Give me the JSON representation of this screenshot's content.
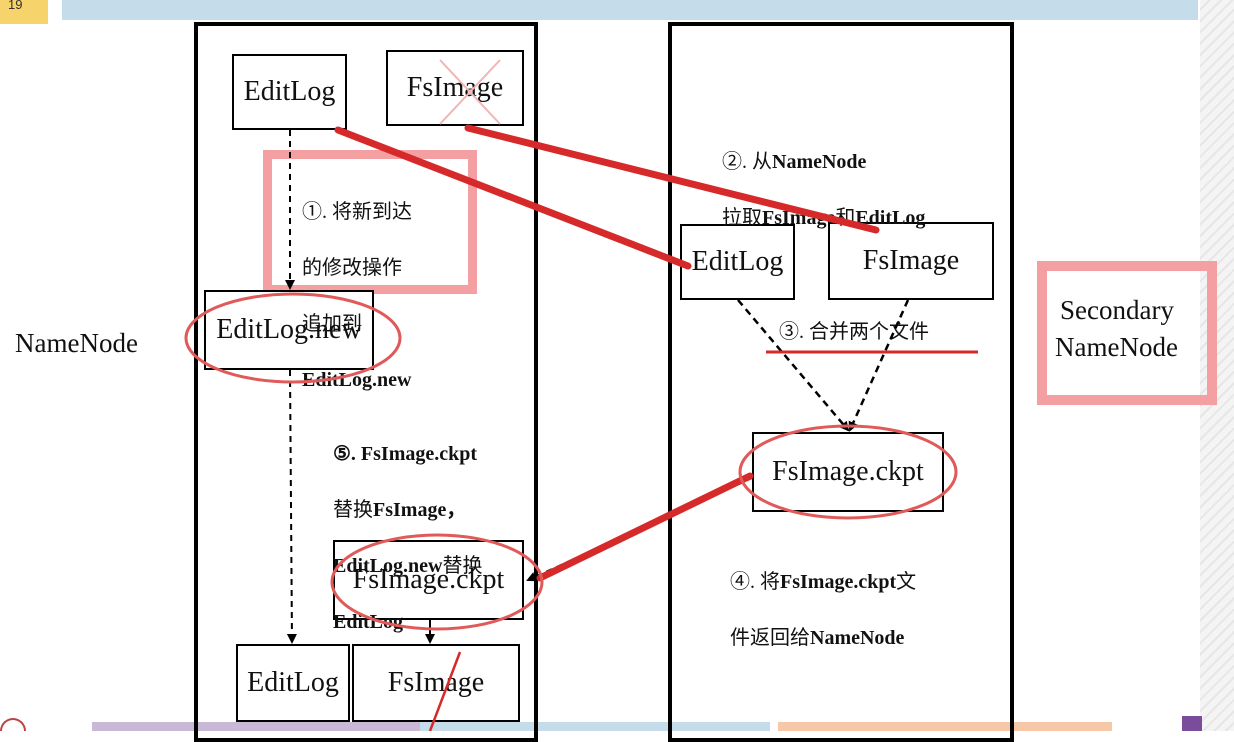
{
  "slide": {
    "page_number": "19"
  },
  "diagram": {
    "labels": {
      "namenode": "NameNode",
      "secondary_line1": "Secondary",
      "secondary_line2": "NameNode"
    },
    "boxes": {
      "editlog_top": "EditLog",
      "fsimage_top": "FsImage",
      "editlog_new": "EditLog.new",
      "fsimage_ckpt_left": "FsImage.ckpt",
      "editlog_bottom": "EditLog",
      "fsimage_bottom": "FsImage",
      "editlog_secondary": "EditLog",
      "fsimage_secondary": "FsImage",
      "fsimage_ckpt_secondary": "FsImage.ckpt"
    },
    "steps": {
      "step1_l1": "①. 将新到达",
      "step1_l2": "的修改操作",
      "step1_l3": "追加到",
      "step1_l4": "EditLog.new",
      "step2_l1_a": "②. 从",
      "step2_l1_b": "NameNode",
      "step2_l2_a": "拉取",
      "step2_l2_b": "FsImage",
      "step2_l2_c": "和",
      "step2_l2_d": "EditLog",
      "step3": "③. 合并两个文件",
      "step4_l1_a": "④. 将",
      "step4_l1_b": "FsImage.ckpt",
      "step4_l1_c": "文",
      "step4_l2_a": "件返回给",
      "step4_l2_b": "NameNode",
      "step5_l1": "⑤. FsImage.ckpt",
      "step5_l2_a": "替换",
      "step5_l2_b": "FsImage，",
      "step5_l3_a": "EditLog.new",
      "step5_l3_b": "替换",
      "step5_l4": "EditLog"
    },
    "colors": {
      "annotation_red": "#d62a2a",
      "highlight_pink": "#f4a0a3",
      "ellipse_red": "#e05a5a"
    }
  }
}
